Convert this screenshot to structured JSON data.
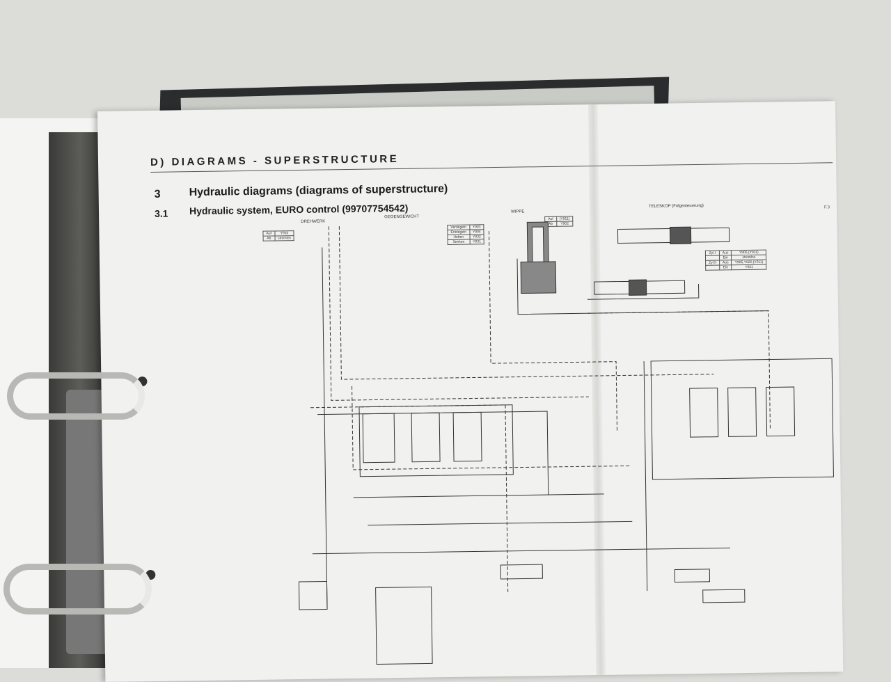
{
  "header": {
    "section": "D) DIAGRAMS - SUPERSTRUCTURE"
  },
  "headings": [
    {
      "number": "3",
      "title": "Hydraulic diagrams (diagrams of superstructure)"
    },
    {
      "number": "3.1",
      "title": "Hydraulic system, EURO control (99707754542)"
    }
  ],
  "diagram": {
    "labels": {
      "drehwerk": "DREHWERK",
      "gegengewicht": "GEGENGEWICHT",
      "wippe": "WIPPE",
      "teleskop": "TELESKOP (Folgesteuerung)"
    },
    "drehwerk_table": [
      [
        "Auf",
        "Y910"
      ],
      [
        "Ab",
        "stromlos"
      ]
    ],
    "gegengewicht_table": [
      [
        "Verriegeln",
        "Y903"
      ],
      [
        "Entriegeln",
        "Y904"
      ],
      [
        "Heben",
        "Y932"
      ],
      [
        "Senken",
        "Y931"
      ]
    ],
    "wippe_table": [
      [
        "Auf",
        "(Y911)"
      ],
      [
        "Ab",
        "Y902"
      ]
    ],
    "teleskop_table": [
      [
        "Zyl.I",
        "Aus",
        "Y905,(Y911)"
      ],
      [
        "",
        "Ein",
        "stromlos"
      ],
      [
        "Zyl.II",
        "Aus",
        "Y905,Y920,(Y911)"
      ],
      [
        "",
        "Ein",
        "Y921"
      ]
    ],
    "page_code": "F.3"
  }
}
